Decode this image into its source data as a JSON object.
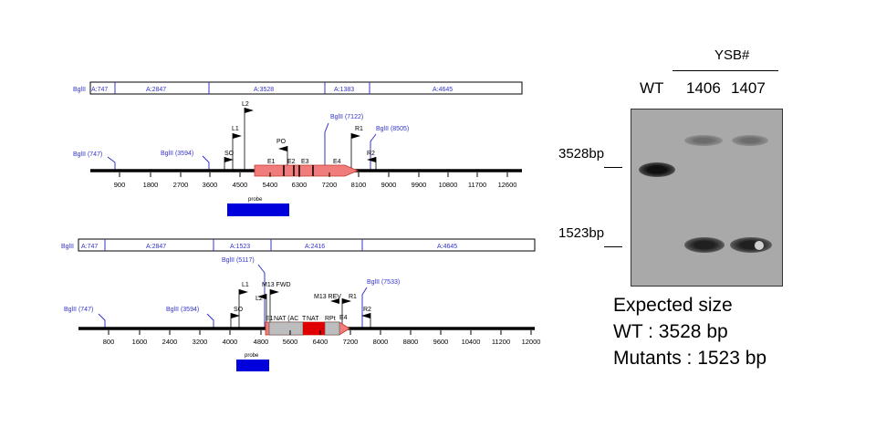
{
  "top_map": {
    "frag_label": "BglII",
    "fragments": [
      "A:747",
      "A:2847",
      "A:3528",
      "A:1383",
      "A:4645"
    ],
    "sites": [
      "BglII (747)",
      "BglII (3594)",
      "BglII (7122)",
      "BglII (8505)"
    ],
    "features": {
      "l2": "L2",
      "l1": "L1",
      "so": "SO",
      "po": "PO",
      "r1": "R1",
      "r2": "R2"
    },
    "exons": [
      "E1",
      "E2",
      "E3",
      "E4"
    ],
    "ticks": [
      "900",
      "1800",
      "2700",
      "3600",
      "4500",
      "5400",
      "6300",
      "7200",
      "8100",
      "9000",
      "9900",
      "10800",
      "11700",
      "12600"
    ],
    "probe": "probe"
  },
  "bottom_map": {
    "frag_label": "BglII",
    "fragments": [
      "A:747",
      "A:2847",
      "A:1523",
      "A:2416",
      "A:4645"
    ],
    "sites": [
      "BglII (747)",
      "BglII (3594)",
      "BglII (5117)",
      "BglII (7533)"
    ],
    "features": {
      "l1": "L1",
      "l2": "L2",
      "so": "SO",
      "m13fwd": "M13 FWD",
      "m13rev": "M13 REV",
      "r1": "R1",
      "r2": "R2"
    },
    "labels": {
      "e1": "E1",
      "nat": "NAT (AC",
      "tnat": "T",
      "nat2": "NAT",
      "rpt": "RPt",
      "e4": "E4"
    },
    "ticks": [
      "800",
      "1600",
      "2400",
      "3200",
      "4000",
      "4800",
      "5600",
      "6400",
      "7200",
      "8000",
      "8800",
      "9600",
      "10400",
      "11200",
      "12000"
    ],
    "probe": "probe"
  },
  "blot": {
    "group_label": "YSB#",
    "lanes": [
      "WT",
      "1406",
      "1407"
    ],
    "markers": [
      "3528bp",
      "1523bp"
    ],
    "expected": [
      "Expected size",
      "WT : 3528 bp",
      "Mutants : 1523 bp"
    ]
  }
}
